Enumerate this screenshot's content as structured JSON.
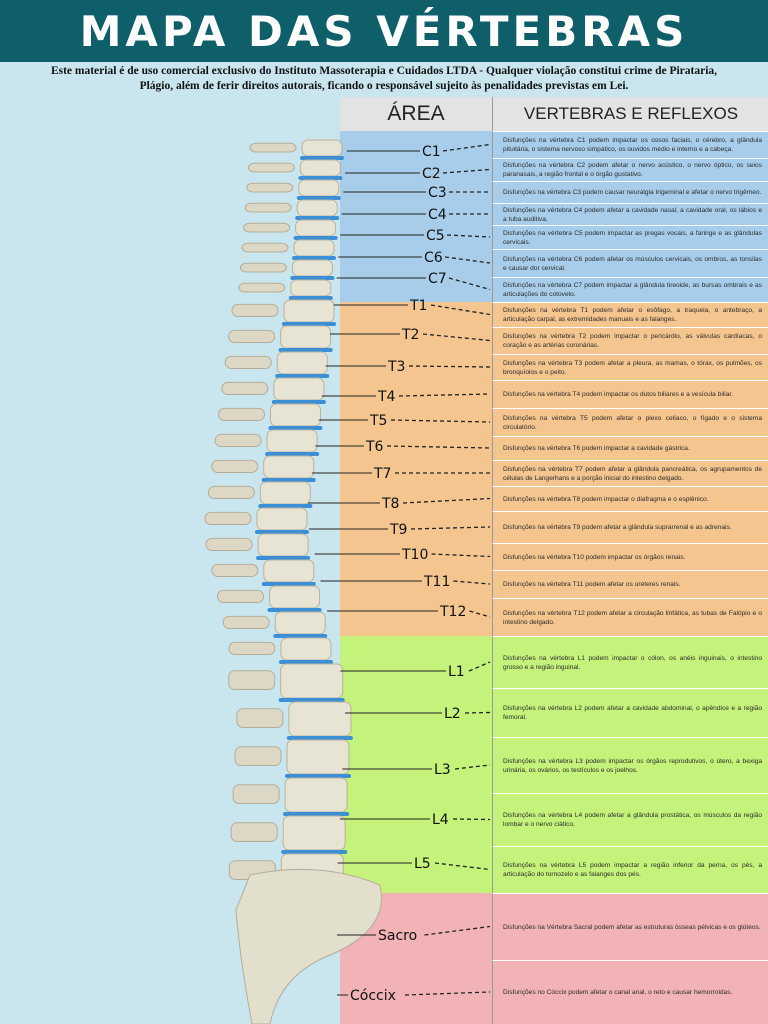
{
  "title": "MAPA DAS VÉRTEBRAS",
  "notice": "Este material é de uso comercial exclusivo do Instituto Massoterapia e Cuidados LTDA - Qualquer violação constitui crime de Pirataria, Plágio, além de ferir direitos autorais, ficando o responsável sujeito às penalidades previstas em Lei.",
  "columns": {
    "area": "ÁREA",
    "vertebras": "VERTEBRAS E REFLEXOS"
  },
  "colors": {
    "header": "#0f5f6b",
    "cervical": "#a7cdea",
    "thoracic": "#f4c58f",
    "lumbar": "#c4f27a",
    "sacral": "#f2b3b6",
    "background": "#c9e6ef"
  },
  "vertebrae": [
    {
      "label": "C1",
      "text": "Disfunções na vértebra C1 podem impactar os ossos faciais, o cérebro, a glândula pituitária, o sistema nervoso simpático, os ouvidos médio e interno e a cabeça."
    },
    {
      "label": "C2",
      "text": "Disfunções na vértebra C2 podem afetar o nervo acústico, o nervo óptico, os seios paranasais, a região frontal e o órgão gustativo."
    },
    {
      "label": "C3",
      "text": "Disfunções na vértebra C3 podem causar neuralgia trigeminal e afetar o nervo trigêmeo."
    },
    {
      "label": "C4",
      "text": "Disfunções na vértebra C4 podem afetar a cavidade nasal, a cavidade oral, os lábios e a tuba auditiva."
    },
    {
      "label": "C5",
      "text": "Disfunções na vértebra C5 podem impactar as pregas vocais, a faringe e as glândulas cervicais."
    },
    {
      "label": "C6",
      "text": "Disfunções na vértebra C6 podem afetar os músculos cervicais, os ombros, as tonsilas e causar dor cervical."
    },
    {
      "label": "C7",
      "text": "Disfunções na vértebra C7 podem impactar a glândula tireoide, as bursas ombrais e as articulações do cotovelo."
    },
    {
      "label": "T1",
      "text": "Disfunções na vértebra T1 podem afetar o esôfago, a traqueia, o antebraço, a articulação carpal, as extremidades manuais e as falanges."
    },
    {
      "label": "T2",
      "text": "Disfunções na vértebra T2 podem impactar o pericárdio, as válvulas cardíacas, o coração e as artérias coronárias."
    },
    {
      "label": "T3",
      "text": "Disfunções na vértebra T3 podem afetar a pleura, as mamas, o tórax, os pulmões, os bronquíolos e o peito."
    },
    {
      "label": "T4",
      "text": "Disfunções na vértebra T4 podem impactar os dutos biliares e a vesícula biliar."
    },
    {
      "label": "T5",
      "text": "Disfunções na vértebra T5 podem afetar o plexo celíaco, o fígado e o sistema circulatório."
    },
    {
      "label": "T6",
      "text": "Disfunções na vértebra T6 podem impactar a cavidade gástrica."
    },
    {
      "label": "T7",
      "text": "Disfunções na vértebra T7 podem afetar a glândula pancreática, os agrupamentos de células de Langerhans e a porção inicial do intestino delgado."
    },
    {
      "label": "T8",
      "text": "Disfunções na vértebra T8 podem impactar o diafragma e o esplênico."
    },
    {
      "label": "T9",
      "text": "Disfunções na vértebra T9 podem afetar a glândula suprarrenal e as adrenais."
    },
    {
      "label": "T10",
      "text": "Disfunções na vértebra T10 podem impactar os órgãos renais."
    },
    {
      "label": "T11",
      "text": "Disfunções na vértebra T11 podem afetar os ureteres renais."
    },
    {
      "label": "T12",
      "text": "Disfunções na vértebra T12 podem afetar a circulação linfática, as tubas de Falópio e o intestino delgado."
    },
    {
      "label": "L1",
      "text": "Disfunções na vértebra L1 podem impactar o cólon, os anéis inguinais, o intestino grosso e a região inguinal."
    },
    {
      "label": "L2",
      "text": "Disfunções na vértebra L2 podem afetar a cavidade abdominal, o apêndice e a região femoral."
    },
    {
      "label": "L3",
      "text": "Disfunções na vértebra L3 podem impactar os órgãos reprodutivos, o útero, a bexiga urinária, os ovários, os testículos e os joelhos."
    },
    {
      "label": "L4",
      "text": "Disfunções na vértebra L4 podem afetar a glândula prostática, os músculos da região lombar e o nervo ciático."
    },
    {
      "label": "L5",
      "text": "Disfunções na vértebra L5 podem impactar a região inferior da perna, os pés, a articulação do tornozelo e as falanges dos pés."
    },
    {
      "label": "Sacro",
      "text": "Disfunções na Vértebra Sacral podem afetar as estruturas ósseas pélvicas e os glúteos."
    },
    {
      "label": "Cóccix",
      "text": "Disfunções no Cóccix podem afetar o canal anal, o reto e causar hemorroidas."
    }
  ]
}
